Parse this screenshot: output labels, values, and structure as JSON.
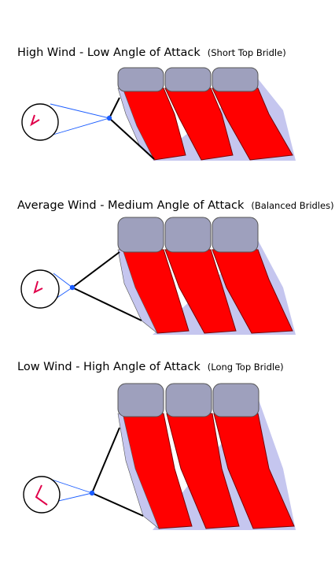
{
  "panels": [
    {
      "main": "High Wind - Low Angle of Attack",
      "note": "(Short Top Bridle)",
      "bridle_line_color": "#1a5cff",
      "kite_fill": "#ff0000",
      "cell_cap_color": "#9ea0bd",
      "side_panel_color": "#c5c6ef"
    },
    {
      "main": "Average Wind - Medium Angle of Attack",
      "note": "(Balanced Bridles)",
      "bridle_line_color": "#1a5cff",
      "kite_fill": "#ff0000",
      "cell_cap_color": "#9ea0bd",
      "side_panel_color": "#c5c6ef"
    },
    {
      "main": "Low Wind - High Angle of Attack",
      "note": "(Long Top Bridle)",
      "bridle_line_color": "#1a5cff",
      "kite_fill": "#ff0000",
      "cell_cap_color": "#9ea0bd",
      "side_panel_color": "#c5c6ef"
    }
  ]
}
